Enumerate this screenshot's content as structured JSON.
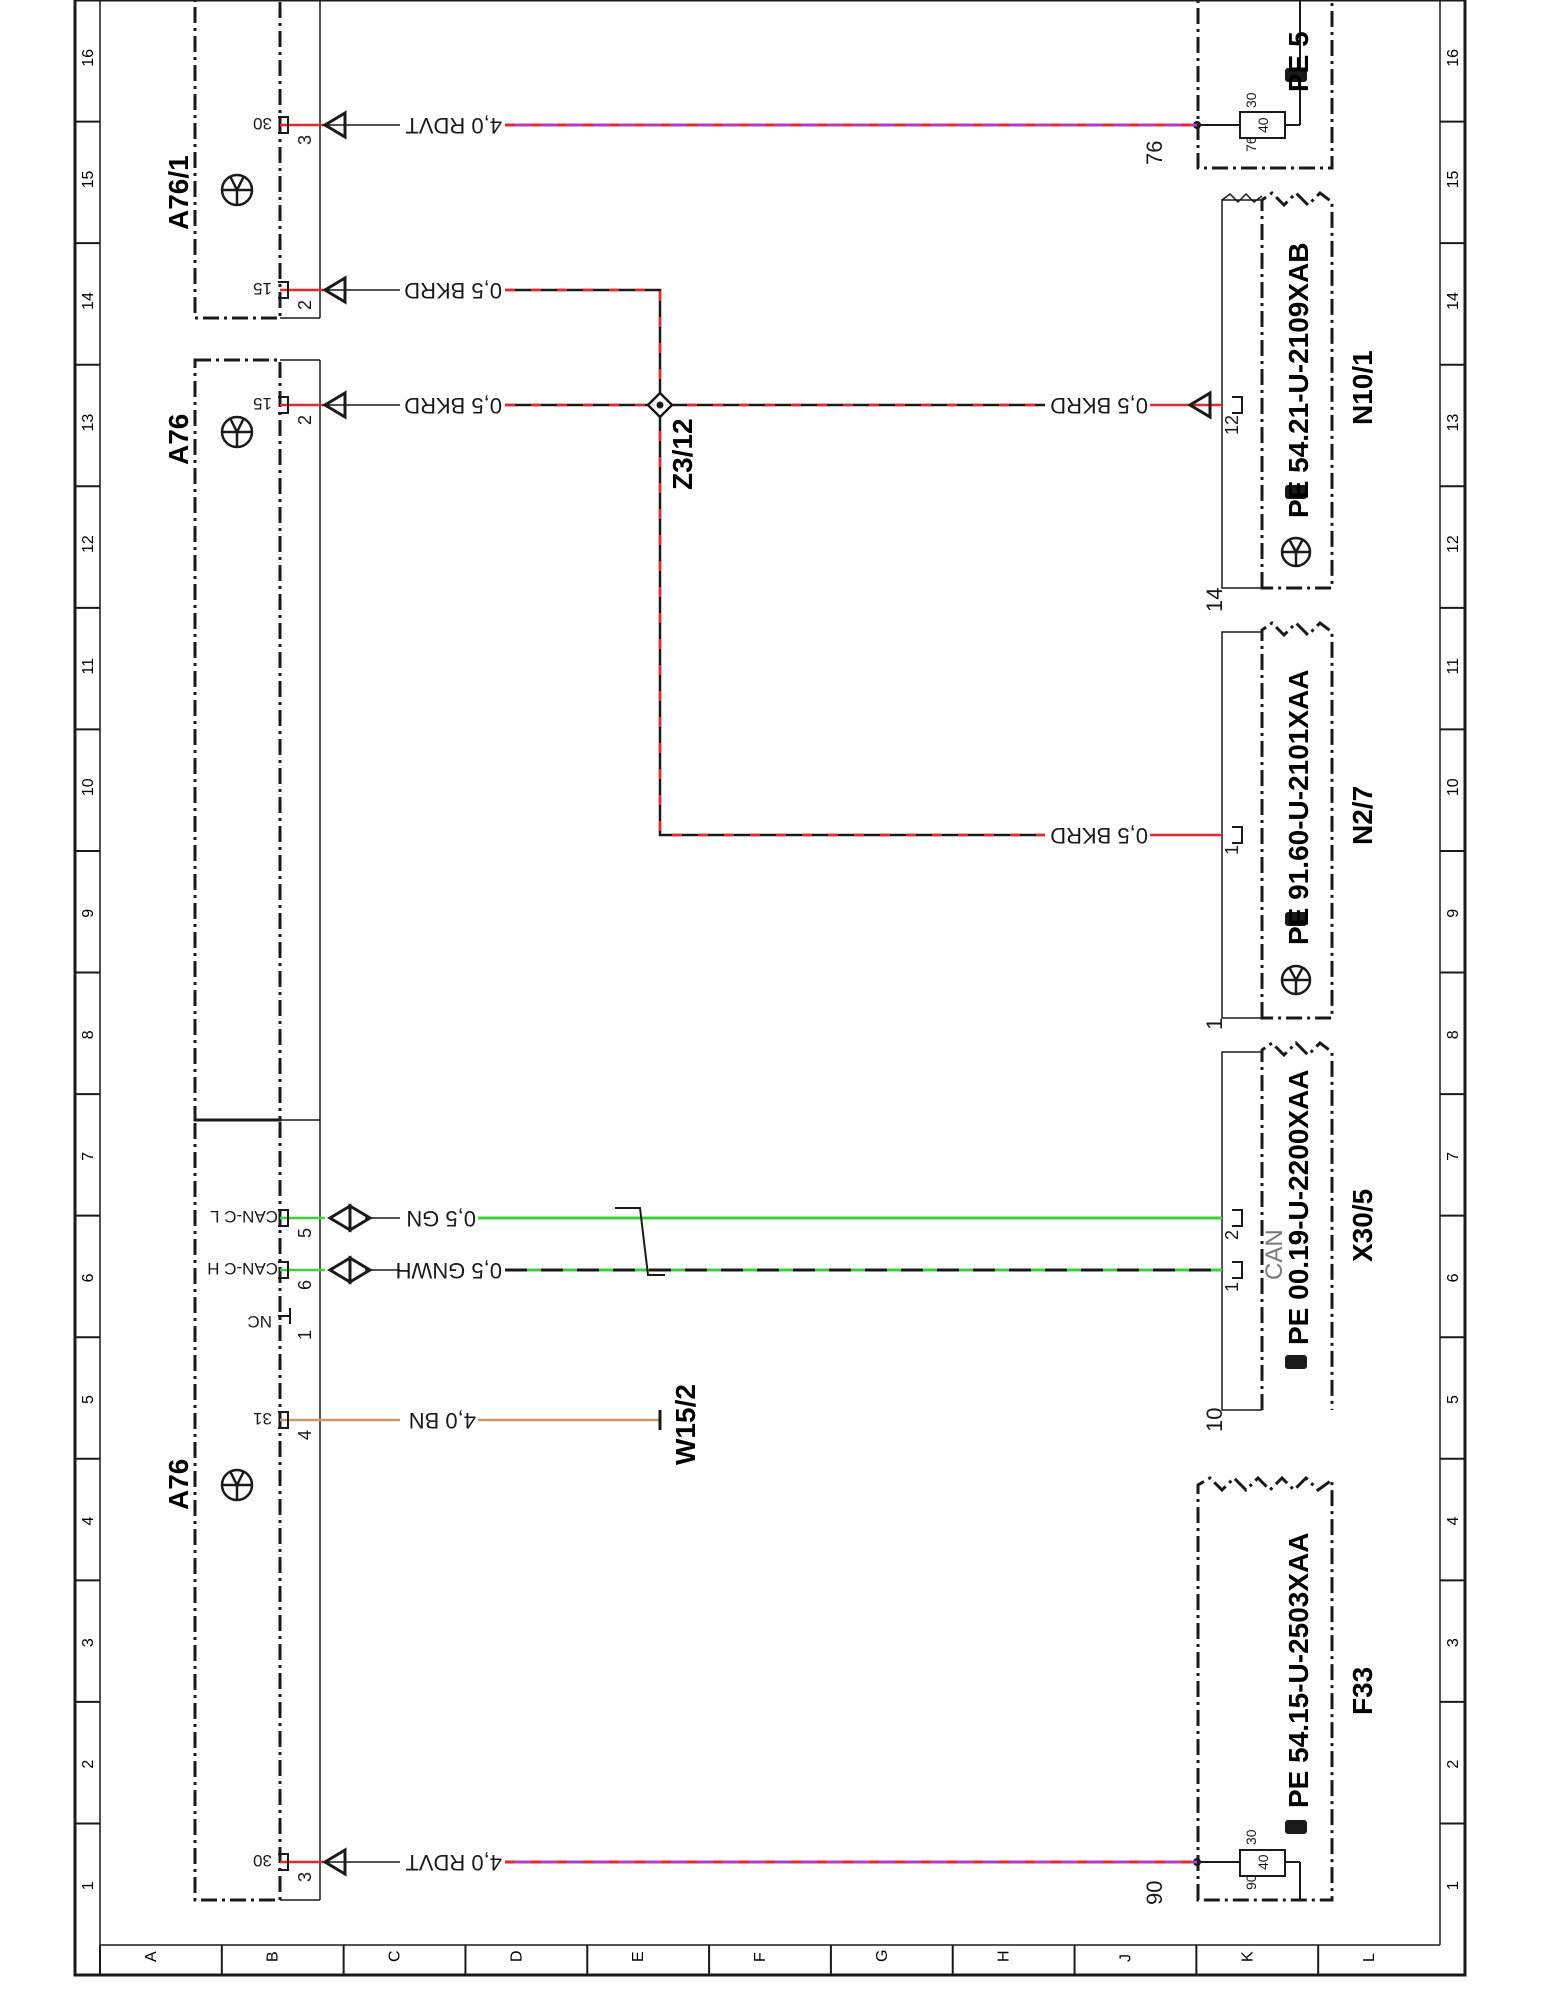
{
  "grid": {
    "columns": [
      "1",
      "2",
      "3",
      "4",
      "5",
      "6",
      "7",
      "8",
      "9",
      "10",
      "11",
      "12",
      "13",
      "14",
      "15",
      "16"
    ],
    "rows": [
      "A",
      "B",
      "C",
      "D",
      "E",
      "F",
      "G",
      "H",
      "J",
      "K",
      "L"
    ]
  },
  "components": {
    "a76_top": "A76",
    "a76_bottom": "A76",
    "a76_1": "A76/1",
    "z3_12": "Z3/12",
    "w15_2": "W15/2",
    "f33": "F33",
    "x30_5": "X30/5",
    "n2_7": "N2/7",
    "n10_1": "N10/1"
  },
  "module_codes": {
    "f33": "54.15-U-2503XAA",
    "x30_5": "00.19-U-2200XAA",
    "n2_7": "91.60-U-2101XAA",
    "n10_1": "54.21-U-2109XAB",
    "top_right": "PE 5"
  },
  "pe_label": "PE",
  "wires": {
    "rdvt_1": "4,0 RDVT",
    "rdvt_16": "4,0 RDVT",
    "bkrd_13": "0,5 BKRD",
    "bkrd_14": "0,5 BKRD",
    "bkrd_n10": "0,5 BKRD",
    "bkrd_n2": "0,5 BKRD",
    "gn": "0,5 GN",
    "gnwh": "0,5 GNWH",
    "bn": "4,0 BN"
  },
  "terminals": {
    "t30a": "30",
    "t30b": "30",
    "t31": "31",
    "t15a": "15",
    "t15b": "15",
    "canl": "CAN-C L",
    "canh": "CAN-C H",
    "nc": "NC",
    "p3a": "3",
    "p4": "4",
    "p1": "1",
    "p6": "6",
    "p5": "5",
    "p2a": "2",
    "p2b": "2",
    "p3b": "3"
  },
  "right_pins": {
    "f90": "90",
    "f90b": "90",
    "f30": "30",
    "f40": "40",
    "x10": "10",
    "x1": "1",
    "x2": "2",
    "x_can": "CAN",
    "n2_1a": "1",
    "n2_1b": "1",
    "n10_14": "14",
    "n10_12": "12",
    "top76": "76",
    "top76b": "76",
    "top30": "30",
    "top40": "40"
  },
  "colors": {
    "rdvt_violet": "#b03cc8",
    "red": "#e8282a",
    "green": "#3ad13a",
    "brown": "#c8996b",
    "black": "#1a1a1a"
  }
}
